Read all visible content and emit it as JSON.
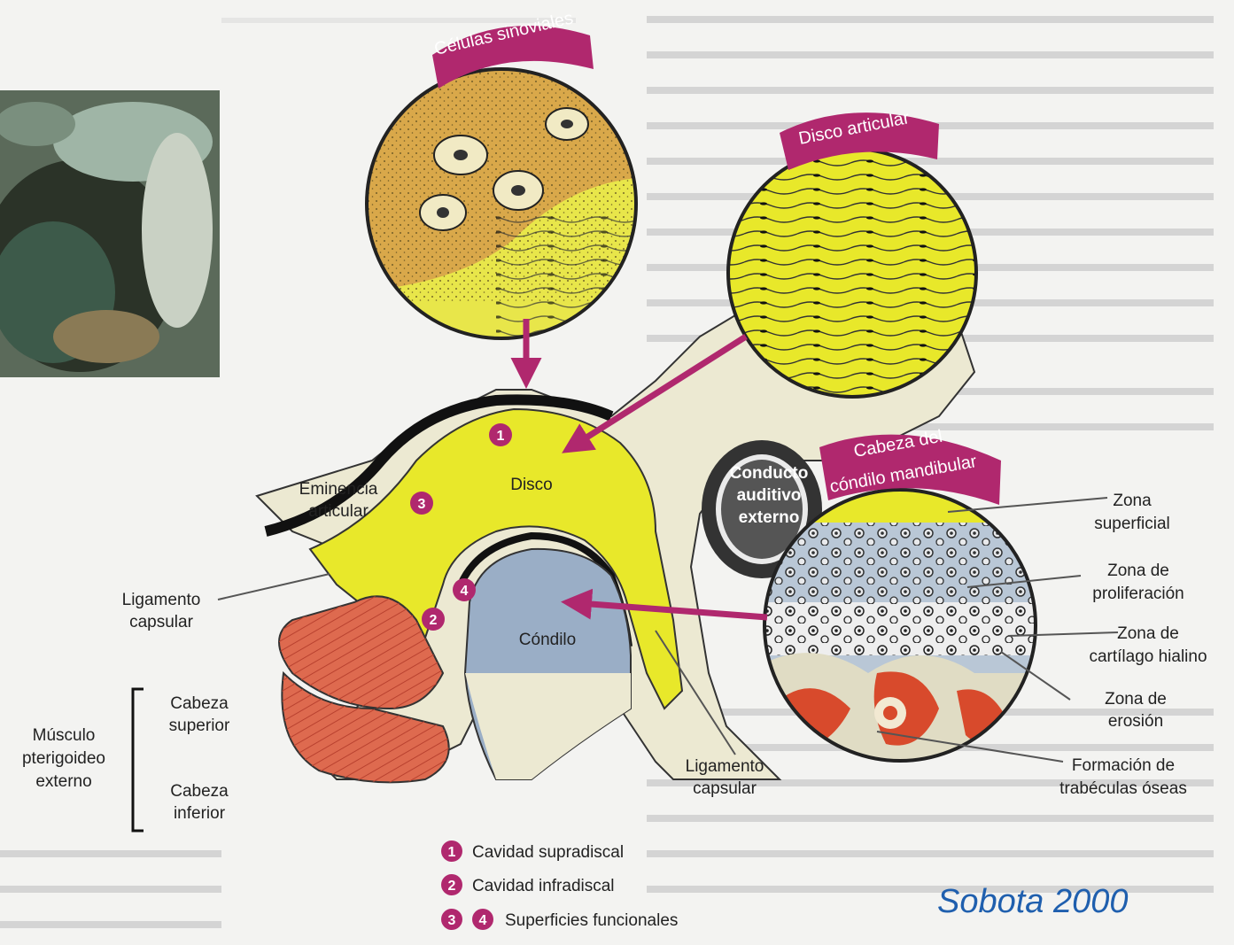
{
  "callouts": {
    "synovial_cells": "Células sinoviales",
    "articular_disc": "Disco articular",
    "condyle_head": [
      "Cabeza del",
      "cóndilo mandibular"
    ]
  },
  "labels": {
    "eminence": [
      "Eminencia",
      "articular"
    ],
    "disc": "Disco",
    "auditory_canal": [
      "Conducto",
      "auditivo",
      "externo"
    ],
    "capsular_ligament_left": [
      "Ligamento",
      "capsular"
    ],
    "condyle": "Cóndilo",
    "upper_head": [
      "Cabeza",
      "superior"
    ],
    "lower_head": [
      "Cabeza",
      "inferior"
    ],
    "muscle": [
      "Músculo",
      "pterigoideo",
      "externo"
    ],
    "capsular_ligament_bottom": [
      "Ligamento",
      "capsular"
    ],
    "zone_superficial": [
      "Zona",
      "superficial"
    ],
    "zone_proliferation": [
      "Zona de",
      "proliferación"
    ],
    "zone_hyaline": [
      "Zona de",
      "cartílago hialino"
    ],
    "zone_erosion": [
      "Zona de",
      "erosión"
    ],
    "trabecular": [
      "Formación de",
      "trabéculas óseas"
    ]
  },
  "markers": [
    "1",
    "2",
    "3",
    "4"
  ],
  "legend": [
    {
      "numbers": [
        "1"
      ],
      "text": "Cavidad supradiscal"
    },
    {
      "numbers": [
        "2"
      ],
      "text": "Cavidad infradiscal"
    },
    {
      "numbers": [
        "3",
        "4"
      ],
      "text": "Superficies funcionales"
    }
  ],
  "credit": "Sobota 2000",
  "colors": {
    "magenta": "#b0286e",
    "disc_yellow": "#e8e82a",
    "condyle_blue": "#9aaec6",
    "muscle_red": "#de6a4f",
    "bone": "#ece9d2",
    "synovial_orange": "#d9a84a"
  }
}
